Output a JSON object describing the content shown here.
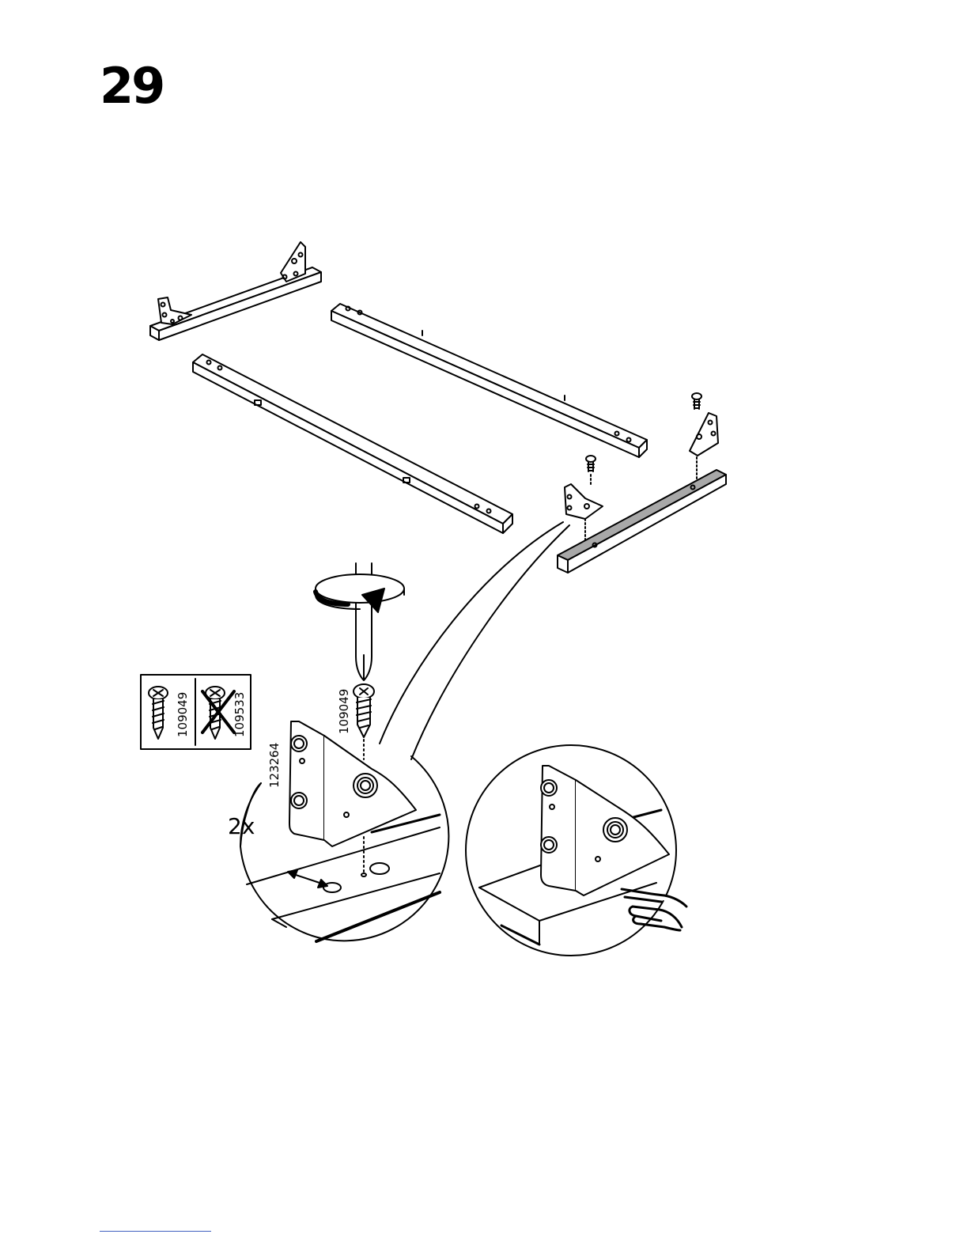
{
  "step": {
    "number": "29"
  },
  "screw_panel": {
    "correct_part": "109049",
    "wrong_part": "109533"
  },
  "detail": {
    "screw_part": "109049",
    "bracket_part": "123264",
    "quantity": "2x"
  },
  "colors": {
    "line": "#000000",
    "highlight_rail": "#a8a8a8",
    "background": "#ffffff"
  },
  "icons": [
    "screwdriver-icon",
    "rotation-arrow-icon",
    "screw-icon",
    "bracket-icon",
    "hand-pointing-icon"
  ]
}
